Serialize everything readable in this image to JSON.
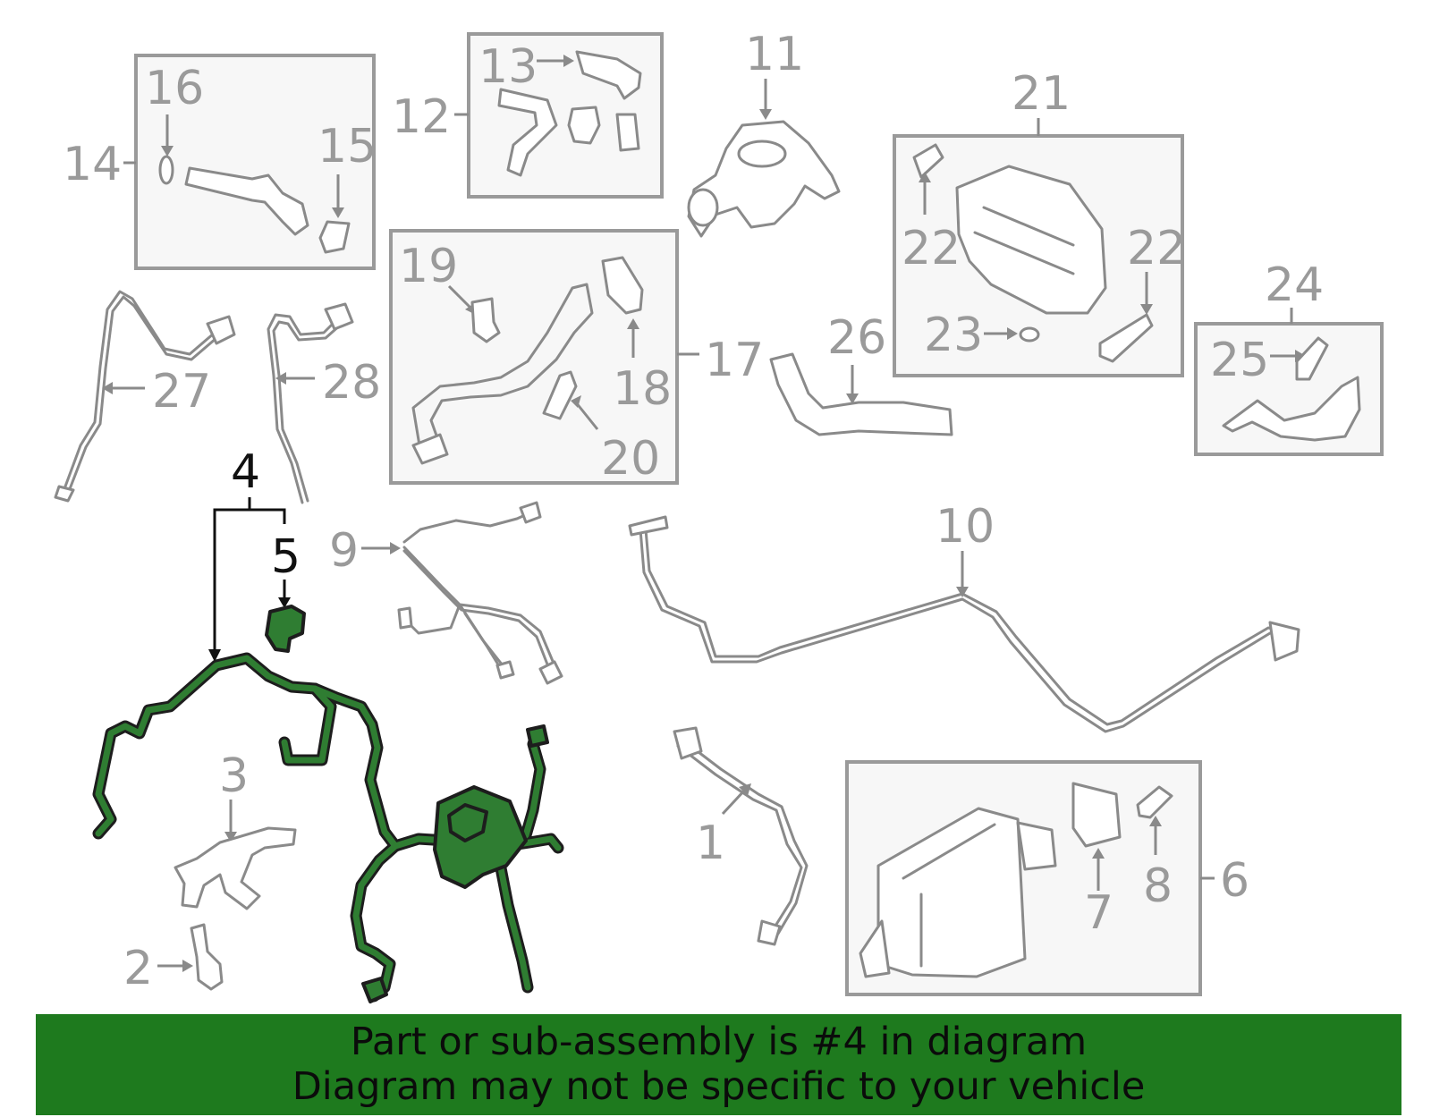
{
  "callouts": {
    "c1": "1",
    "c2": "2",
    "c3": "3",
    "c4": "4",
    "c5": "5",
    "c6": "6",
    "c7": "7",
    "c8": "8",
    "c9": "9",
    "c10": "10",
    "c11": "11",
    "c12": "12",
    "c13": "13",
    "c14": "14",
    "c15": "15",
    "c16": "16",
    "c17": "17",
    "c18": "18",
    "c19": "19",
    "c20": "20",
    "c21": "21",
    "c22a": "22",
    "c22b": "22",
    "c23": "23",
    "c24": "24",
    "c25": "25",
    "c26": "26",
    "c27": "27",
    "c28": "28"
  },
  "highlighted_part": "4",
  "colors": {
    "highlight": "#2f7d32",
    "banner": "#1e7a1e",
    "line": "#9a9a9a"
  },
  "banner": {
    "line1": "Part or sub-assembly is #4 in diagram",
    "line2": "Diagram may not be specific to your vehicle"
  }
}
